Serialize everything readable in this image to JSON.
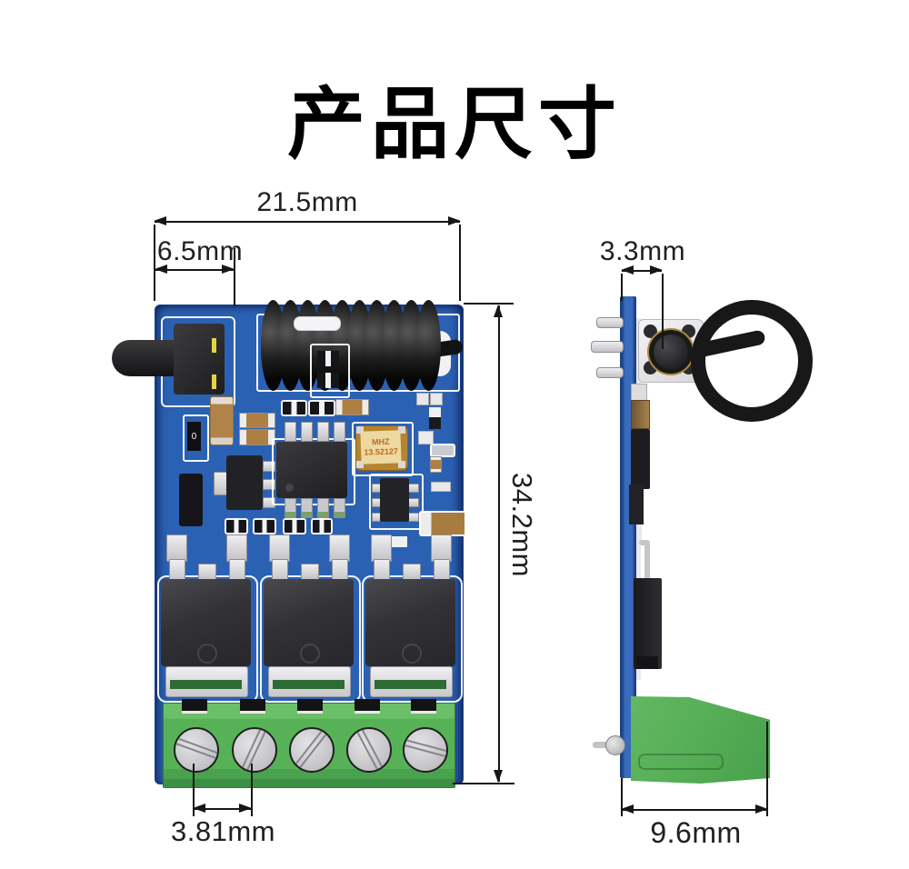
{
  "title": "产品尺寸",
  "front_view": {
    "dim_width": {
      "label": "21.5mm"
    },
    "dim_button": {
      "label": "6.5mm"
    },
    "dim_height": {
      "label": "34.2mm"
    },
    "dim_pitch": {
      "label": "3.81mm"
    },
    "crystal": {
      "line1": "MHZ",
      "line2": "13.52127"
    },
    "resistor_marking": "0",
    "mosfet_count": 3,
    "terminal_screw_count": 5
  },
  "side_view": {
    "dim_button_height": {
      "label": "3.3mm"
    },
    "dim_depth": {
      "label": "9.6mm"
    }
  },
  "colors": {
    "pcb_blue": "#2b61b3",
    "terminal_green": "#57b257",
    "antenna_black": "#181818",
    "mosfet_gray": "#323236",
    "crystal_gold": "#b5842e",
    "screw_silver": "#cdcdcf",
    "dimension_line": "#161616"
  }
}
